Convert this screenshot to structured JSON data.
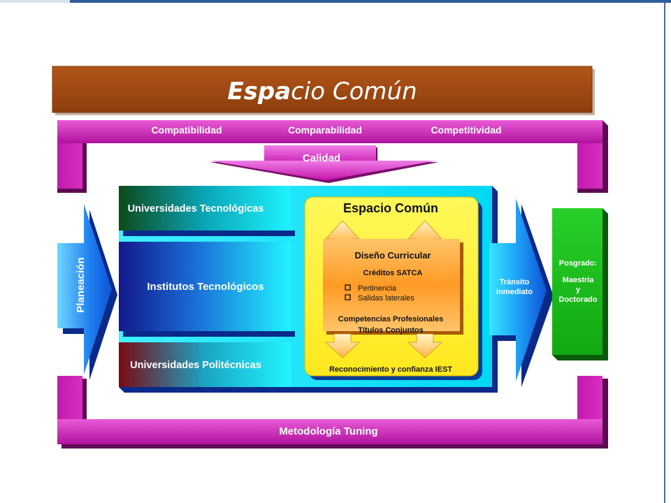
{
  "title": {
    "part_bold": "Espa",
    "part_rest": "cio Común"
  },
  "top_band": {
    "items": [
      "Compatibilidad",
      "Comparabilidad",
      "Competitividad"
    ]
  },
  "calidad": "Calidad",
  "planeacion": "Planeación",
  "institutions": [
    "Universidades Tecnológicas",
    "Institutos Tecnológicos",
    "Universidades Politécnicas"
  ],
  "espacio_box": {
    "title": "Espacio Común",
    "heading": "Diseño Curricular",
    "subheading": "Créditos SATCA",
    "bullets": [
      "Pertinencia",
      "Salidas laterales"
    ],
    "line1": "Competencias Profesionales",
    "line2": "Títulos Conjuntos",
    "footer": "Reconocimiento y confianza IEST"
  },
  "transito": [
    "Tránsito",
    "inmediato"
  ],
  "posgrado": [
    "Posgrado:",
    "Maestría",
    "y",
    "Doctorado"
  ],
  "bottom_band": "Metodología Tuning",
  "colors": {
    "title_bar": "#a04a10",
    "magenta": "#d81fbf",
    "cyan": "#00e6ff",
    "blue": "#1a3fd0",
    "yellow": "#ffee33",
    "green": "#1ebd1e"
  }
}
